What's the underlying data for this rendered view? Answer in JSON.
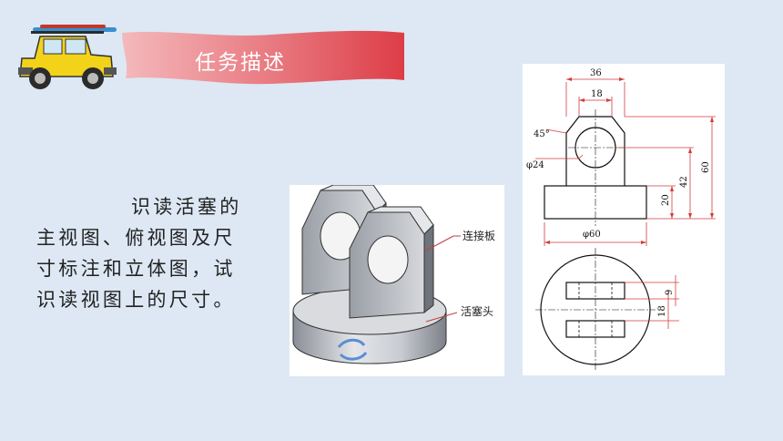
{
  "header": {
    "title": "任务描述"
  },
  "description": {
    "text": "识读活塞的主视图、俯视图及尺寸标注和立体图，试识读视图上的尺寸。"
  },
  "figure_3d": {
    "labels": {
      "connecting_plate": "连接板",
      "piston_head": "活塞头"
    }
  },
  "drawing": {
    "dimensions": {
      "width_top": "36",
      "width_inner": "18",
      "angle": "45°",
      "hole_diameter": "φ24",
      "base_diameter": "φ60",
      "base_height": "20",
      "center_height": "42",
      "total_height": "60",
      "slot_width": "9",
      "slot_spacing": "18"
    }
  },
  "colors": {
    "background": "#dde8f4",
    "banner_red": "#e0434d",
    "banner_fade": "#f3b5b8",
    "dim_red": "#d23c3c"
  }
}
